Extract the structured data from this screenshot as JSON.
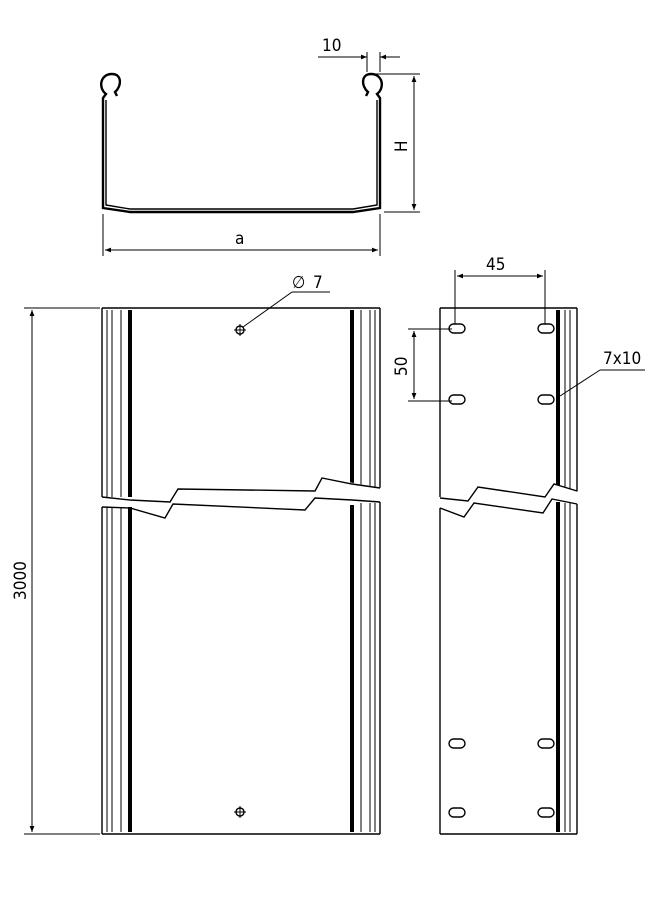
{
  "labels": {
    "flange_width": "10",
    "height": "H",
    "width": "a",
    "hole_diameter": "7",
    "length": "3000",
    "slot_spacing_horizontal": "45",
    "slot_spacing_vertical": "50",
    "slot_size": "7x10"
  },
  "symbols": {
    "diameter": "∅"
  }
}
